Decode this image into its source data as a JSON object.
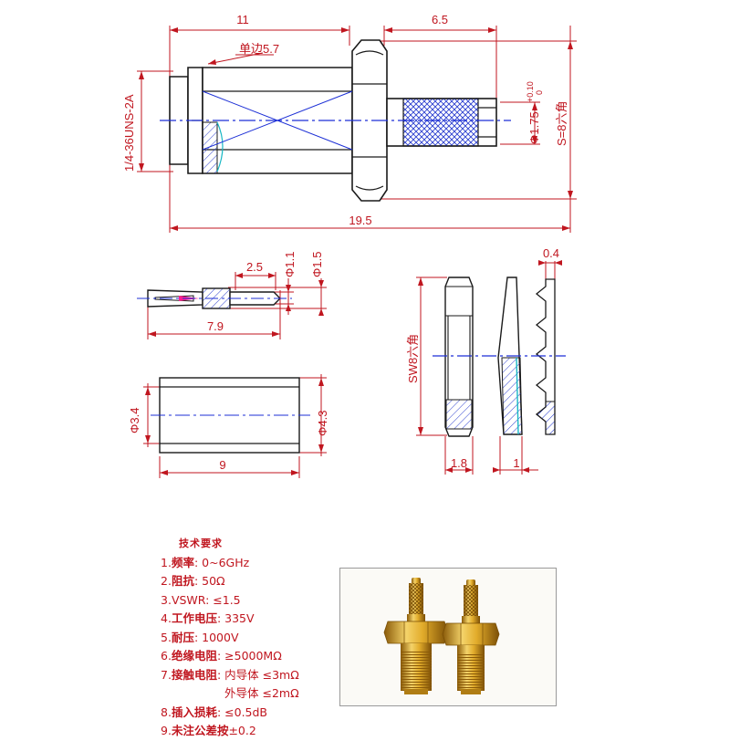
{
  "drawing": {
    "main_view": {
      "dim_top_left": "11",
      "dim_top_right": "6.5",
      "dim_overall": "19.5",
      "note_flat": "单边5.7",
      "thread_label": "1/4-36UNS-2A",
      "pin_dia": "Φ1.75",
      "pin_tol_upper": "+0.10",
      "pin_tol_lower": "0",
      "hex_label": "S=8六角"
    },
    "pin_view": {
      "dim_length": "2.5",
      "dim_dia_small": "Φ1.1",
      "dim_dia_large": "Φ1.5",
      "dim_total": "7.9"
    },
    "sleeve_view": {
      "dim_inner": "Φ3.4",
      "dim_outer": "Φ4.3",
      "dim_length": "9"
    },
    "nut_view": {
      "hex_label": "SW8六角",
      "dim_thickness": "1.8",
      "dim_washer": "1",
      "dim_lock": "0.4"
    }
  },
  "requirements": {
    "title": "技术要求",
    "items": [
      {
        "num": "1.",
        "label": "频率",
        "value": ": 0~6GHz"
      },
      {
        "num": "2.",
        "label": "阻抗",
        "value": ": 50Ω"
      },
      {
        "num": "3.",
        "label": "",
        "value": "VSWR: ≤1.5"
      },
      {
        "num": "4.",
        "label": "工作电压",
        "value": ": 335V"
      },
      {
        "num": "5.",
        "label": "耐压",
        "value": ": 1000V"
      },
      {
        "num": "6.",
        "label": "绝缘电阻",
        "value": ": ≥5000MΩ"
      },
      {
        "num": "7.",
        "label": "接触电阻",
        "value": ": 内导体 ≤3mΩ"
      },
      {
        "num": "",
        "label": "",
        "value": "外导体 ≤2mΩ"
      },
      {
        "num": "8.",
        "label": "插入损耗",
        "value": ": ≤0.5dB"
      },
      {
        "num": "9.",
        "label": "未注公差按",
        "value": "±0.2"
      }
    ]
  },
  "colors": {
    "outline": "#1a1a1a",
    "dimension": "#c0161f",
    "centerline": "#1c2fd6",
    "hatch": "#2a3ecf",
    "thread": "#18b8c4",
    "gold": "#d9a526"
  }
}
